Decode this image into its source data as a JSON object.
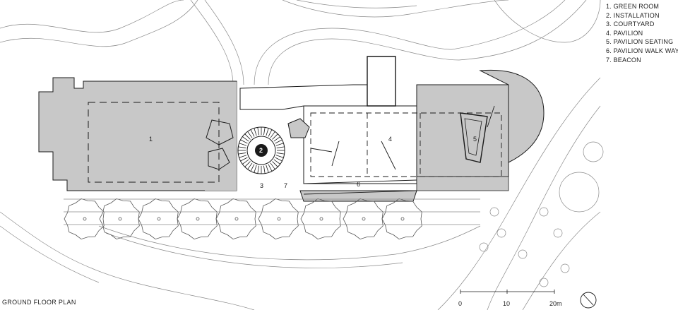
{
  "legend": [
    "1. GREEN ROOM",
    "2. INSTALLATION",
    "3. COURTYARD",
    "4. PAVILION",
    "5. PAVILION SEATING",
    "6. PAVILION WALK WAY",
    "7. BEACON"
  ],
  "caption": "GROUND FLOOR PLAN",
  "scale_bar": {
    "ticks": [
      "0",
      "10",
      "20m"
    ]
  },
  "zone_labels": {
    "z1": "1",
    "z2": "2",
    "z3": "3",
    "z4": "4",
    "z5": "5",
    "z6": "6",
    "z7": "7"
  },
  "colors": {
    "fill": "#c8c8c8",
    "line": "#1a1a1a",
    "thin": "#8a8a8a"
  }
}
